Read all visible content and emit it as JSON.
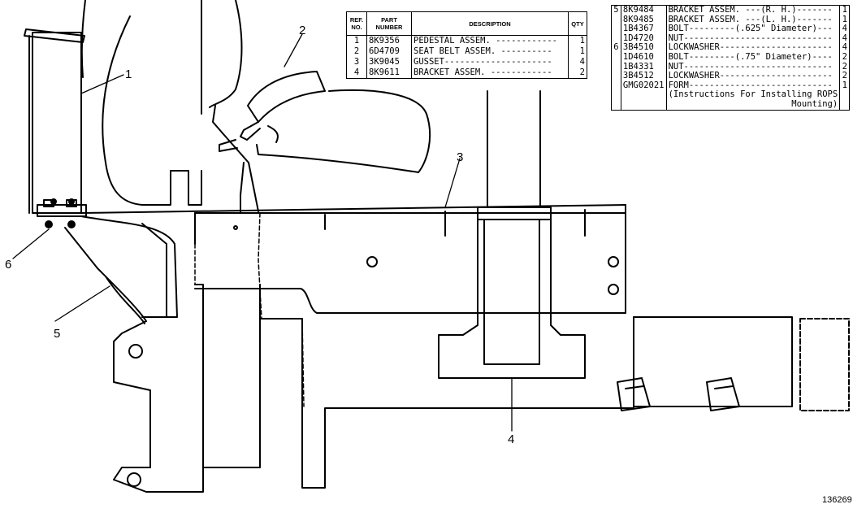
{
  "callouts": [
    "1",
    "2",
    "3",
    "4",
    "5",
    "6"
  ],
  "figure_number": "136269",
  "table1": {
    "headers": {
      "ref": "REF. NO.",
      "part": "PART NUMBER",
      "desc": "DESCRIPTION",
      "qty": "QTY"
    },
    "rows": [
      {
        "ref": "1",
        "part": "8K9356",
        "desc": "PEDESTAL ASSEM. ------------",
        "qty": "1"
      },
      {
        "ref": "2",
        "part": "6D4709",
        "desc": "SEAT BELT ASSEM. ----------",
        "qty": "1"
      },
      {
        "ref": "3",
        "part": "3K9045",
        "desc": "GUSSET---------------------",
        "qty": "4"
      },
      {
        "ref": "4",
        "part": "8K9611",
        "desc": "BRACKET ASSEM. ------------",
        "qty": "2"
      }
    ]
  },
  "table2": {
    "rows": [
      {
        "ref": "5",
        "part": "8K9484",
        "desc": "BRACKET ASSEM. ---(R. H.)-------",
        "qty": "1"
      },
      {
        "ref": "",
        "part": "8K9485",
        "desc": "BRACKET ASSEM. ---(L. H.)-------",
        "qty": "1"
      },
      {
        "ref": "",
        "part": "1B4367",
        "desc": "BOLT---------(.625\" Diameter)---",
        "qty": "4"
      },
      {
        "ref": "",
        "part": "1D4720",
        "desc": "NUT-----------------------------",
        "qty": "4"
      },
      {
        "ref": "6",
        "part": "3B4510",
        "desc": "LOCKWASHER----------------------",
        "qty": "4"
      },
      {
        "ref": "",
        "part": "1D4610",
        "desc": "BOLT---------(.75\" Diameter)----",
        "qty": "2"
      },
      {
        "ref": "",
        "part": "1B4331",
        "desc": "NUT-----------------------------",
        "qty": "2"
      },
      {
        "ref": "",
        "part": "3B4512",
        "desc": "LOCKWASHER----------------------",
        "qty": "2"
      },
      {
        "ref": "",
        "part": "GMG02021",
        "desc": "FORM----------------------------",
        "qty": "1"
      }
    ],
    "note_line1": "(Instructions For Installing ROPS",
    "note_line2": "Mounting)"
  }
}
